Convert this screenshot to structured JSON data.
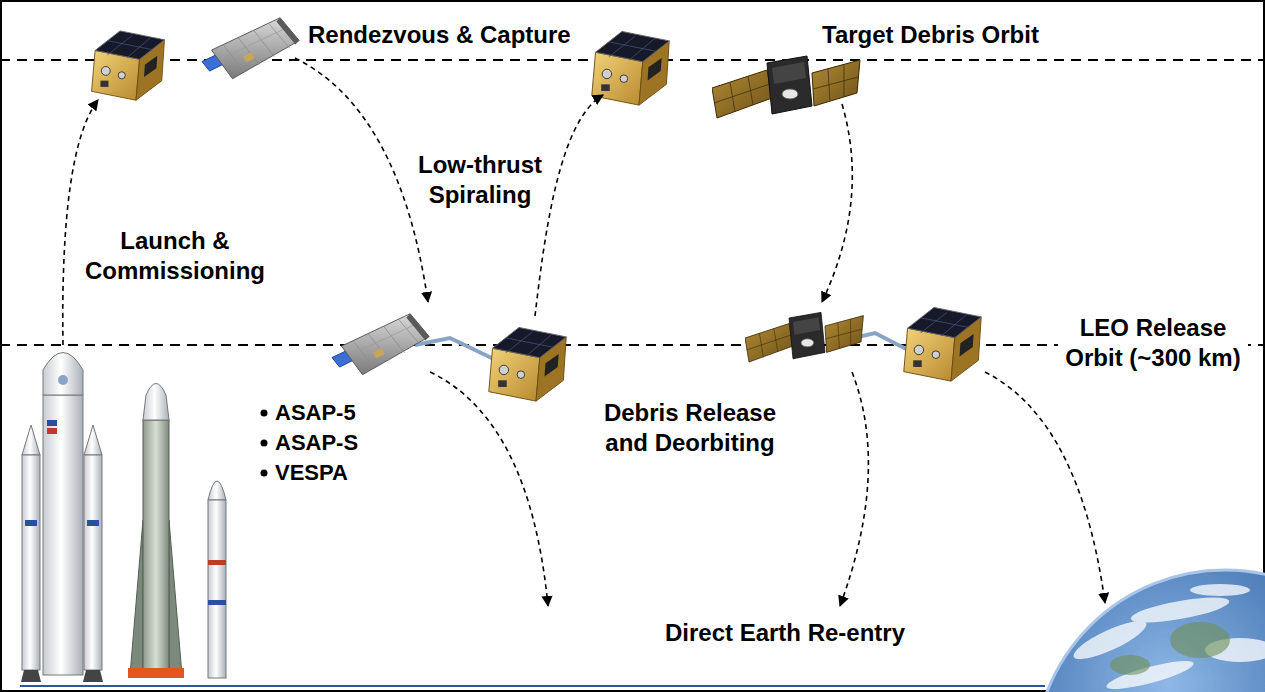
{
  "diagram": {
    "labels": [
      "Rendezvous & Capture",
      "Target Debris Orbit",
      "Low-thrust Spiraling",
      "Launch & Commissioning",
      "LEO Release Orbit (~300 km)",
      "Debris Release and Deorbiting",
      "ASAP-5",
      "ASAP-S",
      "VESPA",
      "Direct Earth Re-entry"
    ]
  }
}
